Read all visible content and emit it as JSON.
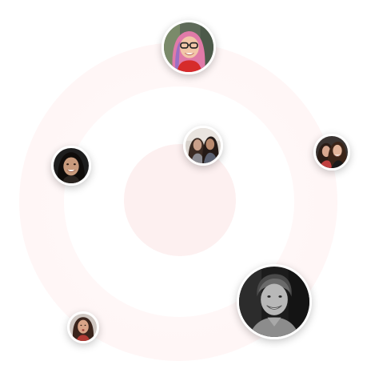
{
  "colors": {
    "outer_ring": "#fff6f6",
    "middle_ring": "#ffffff",
    "inner_ring": "#fdf0f0",
    "avatar_border": "#ffffff"
  },
  "avatars": [
    {
      "id": "avatar-top",
      "icon": "woman-pink-hair-glasses-photo"
    },
    {
      "id": "avatar-center",
      "icon": "two-women-photo"
    },
    {
      "id": "avatar-left",
      "icon": "smiling-woman-photo"
    },
    {
      "id": "avatar-right",
      "icon": "two-women-selfie-photo"
    },
    {
      "id": "avatar-bottom-right",
      "icon": "smiling-man-bw-photo"
    },
    {
      "id": "avatar-bottom-left",
      "icon": "woman-portrait-photo"
    }
  ]
}
